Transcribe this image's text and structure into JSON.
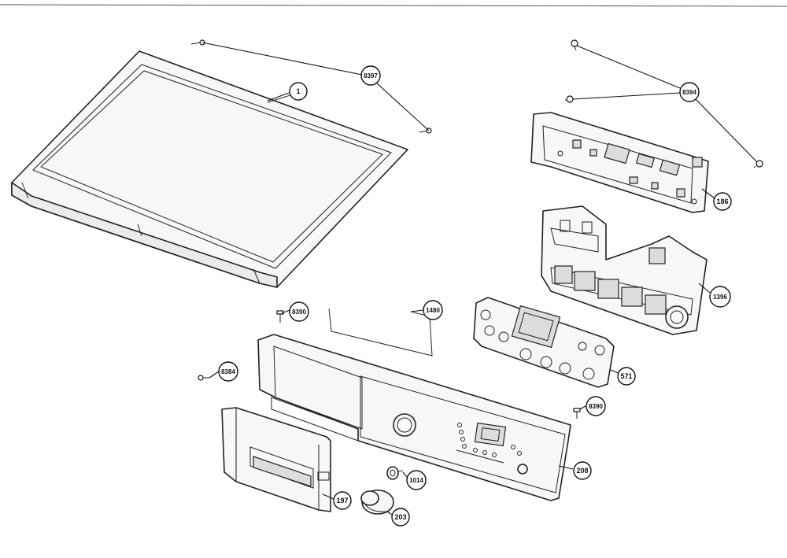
{
  "callouts": {
    "c1": "1",
    "c8397": "8397",
    "c8394": "8394",
    "c186": "186",
    "c1396": "1396",
    "c571": "571",
    "c1480": "1480",
    "c8390a": "8390",
    "c8384": "8384",
    "c8390b": "8390",
    "c208": "208",
    "c197": "197",
    "c1014": "1014",
    "c203": "203"
  }
}
